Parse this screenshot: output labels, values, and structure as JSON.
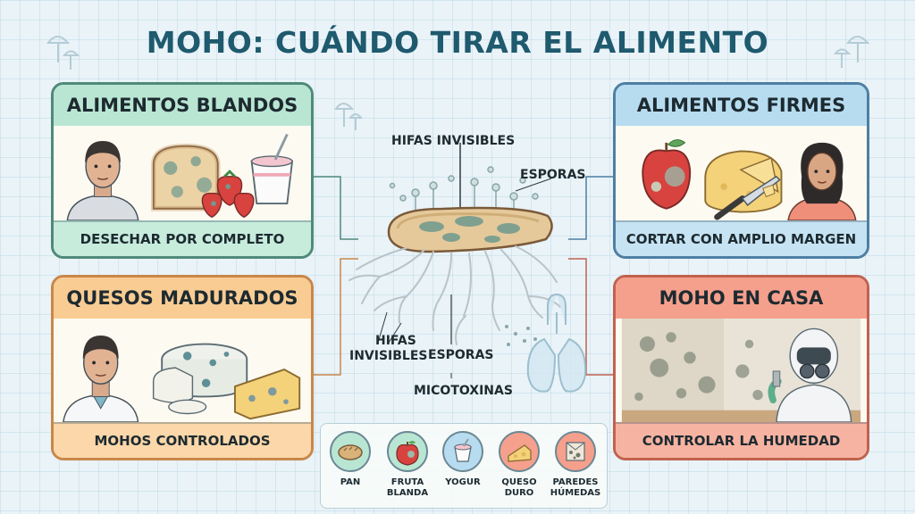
{
  "title": "MOHO: CUÁNDO TIRAR EL ALIMENTO",
  "cards": {
    "soft": {
      "heading": "ALIMENTOS BLANDOS",
      "footer": "DESECHAR POR COMPLETO"
    },
    "firm": {
      "heading": "ALIMENTOS FIRMES",
      "footer": "CORTAR CON AMPLIO MARGEN"
    },
    "cheese": {
      "heading": "QUESOS MADURADOS",
      "footer": "MOHOS CONTROLADOS"
    },
    "home": {
      "heading": "MOHO EN CASA",
      "footer": "CONTROLAR LA HUMEDAD"
    }
  },
  "center": {
    "hyphae_top": "HIFAS INVISIBLES",
    "spores_top": "ESPORAS",
    "hyphae_bottom_1": "HIFAS",
    "hyphae_bottom_2": "INVISIBLES",
    "spores_bottom": "ESPORAS",
    "mycotoxins": "MICOTOXINAS"
  },
  "legend": [
    {
      "line1": "PAN",
      "line2": "",
      "icon": "bread-icon",
      "color": "#b9e6d3"
    },
    {
      "line1": "FRUTA",
      "line2": "BLANDA",
      "icon": "apple-icon",
      "color": "#b9e6d3"
    },
    {
      "line1": "YOGUR",
      "line2": "",
      "icon": "yogurt-icon",
      "color": "#b7dcf0"
    },
    {
      "line1": "QUESO",
      "line2": "DURO",
      "icon": "cheese-icon",
      "color": "#f5a08c"
    },
    {
      "line1": "PAREDES",
      "line2": "HÚMEDAS",
      "icon": "wall-icon",
      "color": "#f5a08c"
    }
  ],
  "colors": {
    "soft": "#b9e6d3",
    "firm": "#b7dcf0",
    "cheese": "#f9cc93",
    "home": "#f5a08c",
    "title": "#1f5a6e",
    "mold": "#5f8f86"
  }
}
